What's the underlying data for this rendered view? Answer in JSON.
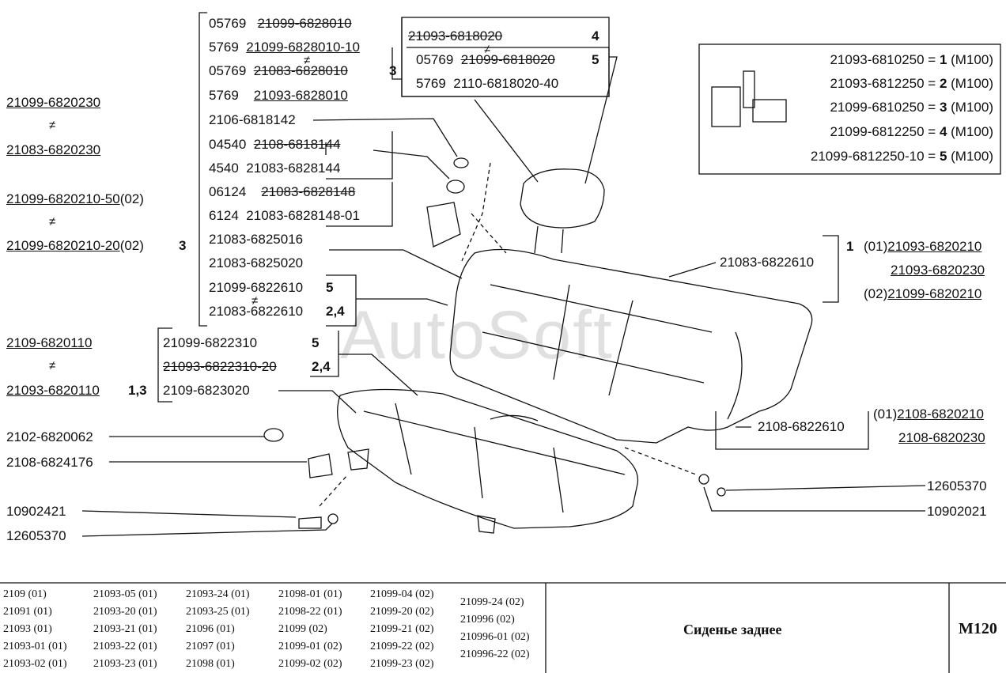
{
  "watermark": "AutoSoft",
  "left_labels": {
    "l1": "21099-6820230",
    "l2": "21083-6820230",
    "l3a": "21099-6820210-50",
    "l3b": "(02)",
    "l4a": "21099-6820210-20",
    "l4b": "(02)",
    "l4n": "3",
    "l5": "2109-6820110",
    "l6": "21093-6820110",
    "l6n": "1,3",
    "l7": "2102-6820062",
    "l8": "2108-6824176",
    "l9": "10902421",
    "l10": "12605370",
    "ne": "≠"
  },
  "center_list": {
    "r1a": "05769",
    "r1b": "21099-6828010",
    "r2a": "5769",
    "r2b": "21099-6828010-10",
    "r3a": "05769",
    "r3b": "21083-6828010",
    "r3n": "3",
    "r4a": "5769",
    "r4b": "21093-6828010",
    "r5": "2106-6818142",
    "r6a": "04540",
    "r6b": "2108-6818144",
    "r7a": "4540",
    "r7b": "21083-6828144",
    "r8a": "06124",
    "r8b": "21083-6828148",
    "r9a": "6124",
    "r9b": "21083-6828148-01",
    "r10": "21083-6825016",
    "r11": "21083-6825020",
    "r12": "21099-6822610",
    "r12n": "5",
    "r13": "21083-6822610",
    "r13n": "2,4"
  },
  "lower_list": {
    "a": "21099-6822310",
    "an": "5",
    "b": "21093-6822310-20",
    "bn": "2,4",
    "c": "2109-6823020"
  },
  "top_box": {
    "t1": "21093-6818020",
    "t1n": "4",
    "t2a": "05769",
    "t2b": "21099-6818020",
    "t2n": "5",
    "t3a": "5769",
    "t3b": "2110-6818020-40"
  },
  "bolt_box": {
    "rows": [
      {
        "code": "21093-6810250 = ",
        "num": "1",
        "tail": " (M100)"
      },
      {
        "code": "21093-6812250 = ",
        "num": "2",
        "tail": " (M100)"
      },
      {
        "code": "21099-6810250 = ",
        "num": "3",
        "tail": " (M100)"
      },
      {
        "code": "21099-6812250 = ",
        "num": "4",
        "tail": " (M100)"
      },
      {
        "code": "21099-6812250-10 = ",
        "num": "5",
        "tail": " (M100)"
      }
    ]
  },
  "right_labels": {
    "back": "21083-6822610",
    "g1n": "1",
    "g1a_pre": "(01)",
    "g1a": "21093-6820210",
    "g1b": "21093-6820230",
    "g1c_pre": "(02)",
    "g1c": "21099-6820210",
    "side": "2108-6822610",
    "g2a_pre": "(01)",
    "g2a": "2108-6820210",
    "g2b": "2108-6820230",
    "nut": "12605370",
    "bolt": "10902021"
  },
  "footer": {
    "models": [
      [
        "2109 (01)",
        "21091 (01)",
        "21093 (01)",
        "21093-01 (01)",
        "21093-02 (01)"
      ],
      [
        "21093-05 (01)",
        "21093-20 (01)",
        "21093-21 (01)",
        "21093-22 (01)",
        "21093-23 (01)"
      ],
      [
        "21093-24 (01)",
        "21093-25 (01)",
        "21096 (01)",
        "21097 (01)",
        "21098 (01)"
      ],
      [
        "21098-01 (01)",
        "21098-22 (01)",
        "21099 (02)",
        "21099-01 (02)",
        "21099-02 (02)"
      ],
      [
        "21099-04 (02)",
        "21099-20 (02)",
        "21099-21 (02)",
        "21099-22 (02)",
        "21099-23 (02)"
      ],
      [
        "21099-24 (02)",
        "210996 (02)",
        "210996-01 (02)",
        "210996-22 (02)"
      ]
    ],
    "title": "Сиденье заднее",
    "code": "M120"
  }
}
